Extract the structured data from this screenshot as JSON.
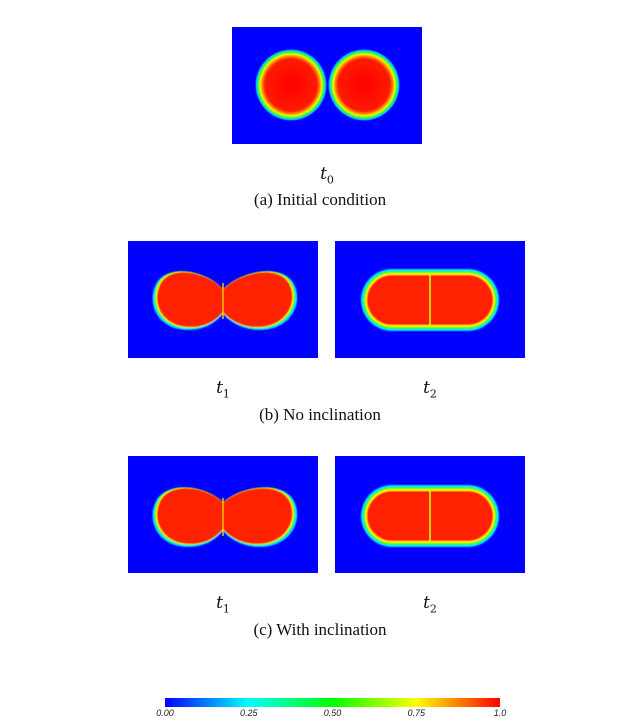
{
  "panels": {
    "a": {
      "time_symbol": "t",
      "time_subscript": "0",
      "caption": "(a) Initial condition"
    },
    "b": {
      "left_symbol": "t",
      "left_subscript": "1",
      "right_symbol": "t",
      "right_subscript": "2",
      "caption": "(b) No inclination"
    },
    "c": {
      "left_symbol": "t",
      "left_subscript": "1",
      "right_symbol": "t",
      "right_subscript": "2",
      "caption": "(c) With inclination"
    }
  },
  "colorbar": {
    "ticks": [
      "0.00",
      "0.25",
      "0.50",
      "0.75",
      "1.0"
    ],
    "colors": [
      "#0000ff",
      "#00ffff",
      "#00ff00",
      "#ffff00",
      "#ff0000"
    ]
  },
  "field_colors": {
    "background": "#0000ff",
    "droplet": "#ff0000"
  }
}
